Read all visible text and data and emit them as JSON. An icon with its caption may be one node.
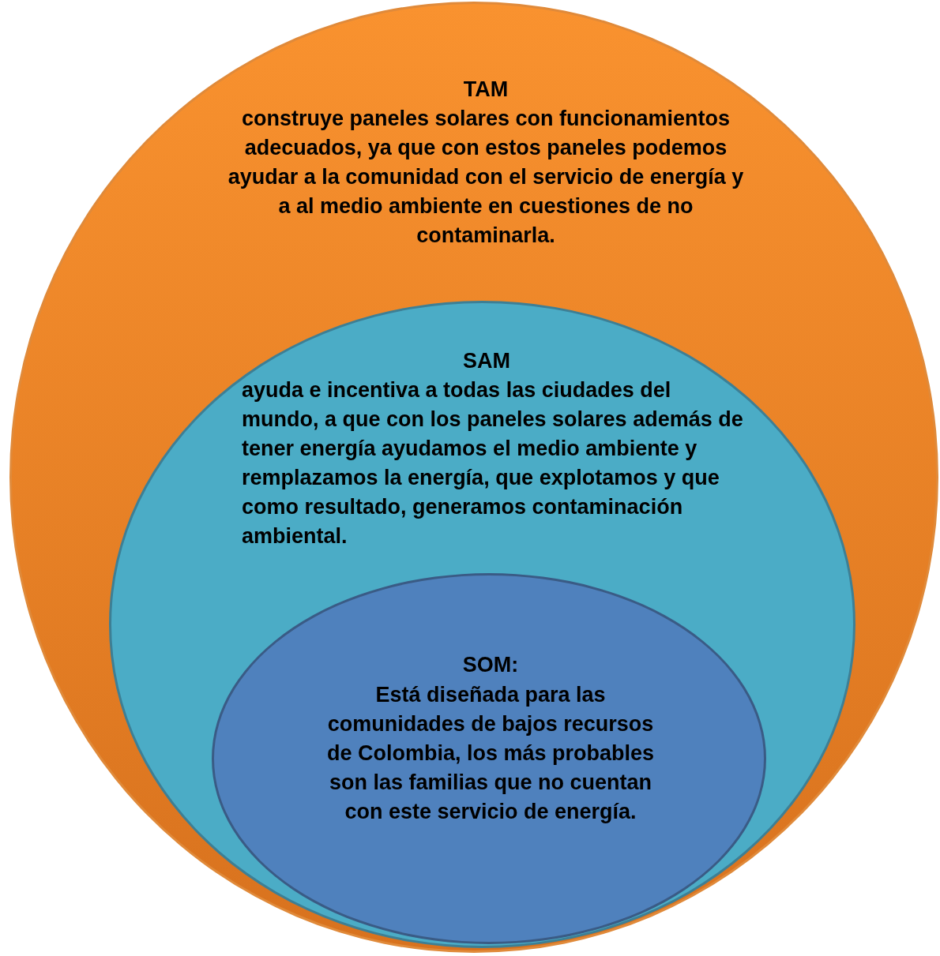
{
  "diagram": {
    "nodes": [
      {
        "text": [
          "TAM",
          "construye paneles solares con funcionamientos adecuados, ya que con estos paneles podemos ayudar a la comunidad con el servicio de energía y a al medio ambiente en cuestiones de no contaminarla."
        ]
      },
      {
        "text": [
          "SAM",
          "ayuda e incentiva a todas las ciudades del mundo, a que con los paneles solares además de tener energía ayudamos el medio ambiente y remplazamos la energía, que explotamos y que como resultado, generamos contaminación ambiental."
        ],
        "in": 0
      },
      {
        "text": [
          "SOM:",
          "Está diseñada para las comunidades de bajos recursos de Colombia, los más probables son las familias que no cuentan con este servicio de energía."
        ],
        "in": 1
      }
    ]
  }
}
